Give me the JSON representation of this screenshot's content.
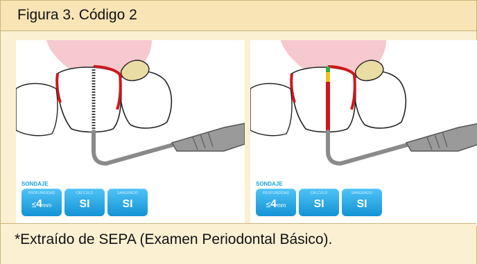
{
  "figure": {
    "title": "Figura 3. Código 2",
    "caption": "*Extraído de SEPA (Examen Periodontal Básico)."
  },
  "panels": [
    {
      "id": "left",
      "sondaje_label": "SONDAJE",
      "badges": [
        {
          "label": "PROFUNDIDAD",
          "symbol": "≤",
          "value": "4",
          "unit": "mm"
        },
        {
          "label": "CÁLCULO",
          "value": "SI"
        },
        {
          "label": "SANGRADO",
          "value": "SI"
        }
      ]
    },
    {
      "id": "right",
      "sondaje_label": "SONDAJE",
      "badges": [
        {
          "label": "PROFUNDIDAD",
          "symbol": "≤",
          "value": "4",
          "unit": "mm"
        },
        {
          "label": "CÁLCULO",
          "value": "SI"
        },
        {
          "label": "SANGRADO",
          "value": "SI"
        }
      ]
    }
  ],
  "colors": {
    "title_bg": "#f8e4b5",
    "frame_bg": "#fcf0d2",
    "gum": "#f6c9cf",
    "bleeding": "#d0161c",
    "calculus": "#e9dca4",
    "badge_blue": "#1aa3dd",
    "probe_grey": "#9a9a9a"
  }
}
